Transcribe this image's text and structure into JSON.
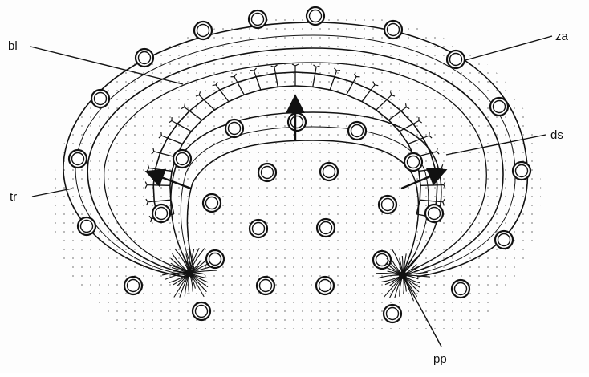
{
  "figure": {
    "labels": {
      "bl": "bl",
      "za": "za",
      "ds": "ds",
      "tr": "tr",
      "pp": "pp"
    },
    "colors": {
      "ink": "#111111",
      "paper": "#fdfdfd",
      "stipple": "#9a9a9a"
    }
  }
}
